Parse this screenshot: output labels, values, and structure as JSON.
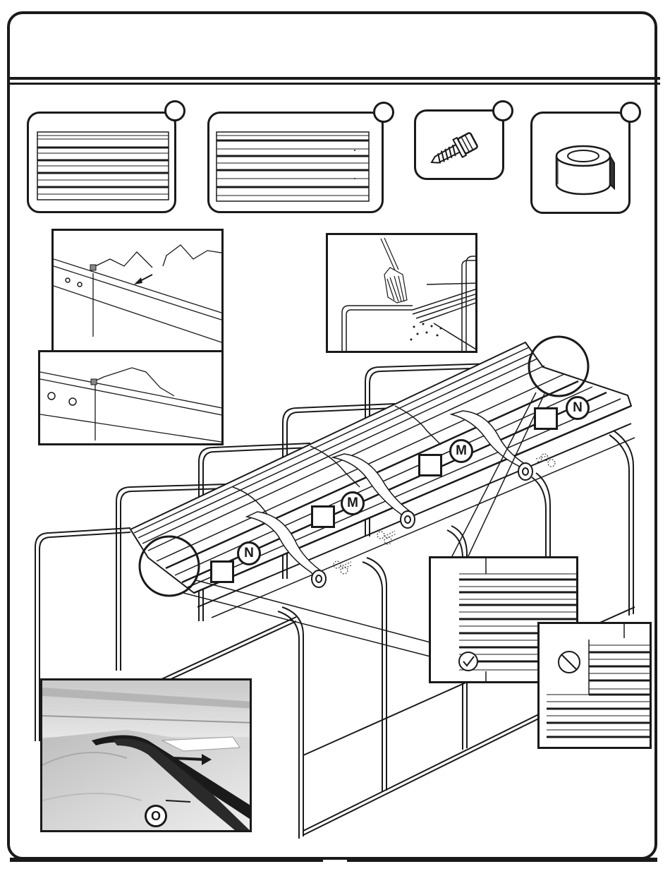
{
  "parts": [
    {
      "id": "part-panel-short",
      "tag": ""
    },
    {
      "id": "part-panel-long",
      "tag": ""
    },
    {
      "id": "part-screw",
      "tag": ""
    },
    {
      "id": "part-tape",
      "tag": ""
    }
  ],
  "callouts": {
    "n_upper": "N",
    "m_upper": "M",
    "m_lower": "M",
    "n_lower": "N",
    "o_photo": "O"
  },
  "icons": {
    "correct": "check-circle-icon",
    "incorrect": "no-circle-icon",
    "scissors": "scissors-icon",
    "broom": "broom-icon",
    "tape_roll": "tape-roll-icon",
    "screw": "screw-icon"
  }
}
